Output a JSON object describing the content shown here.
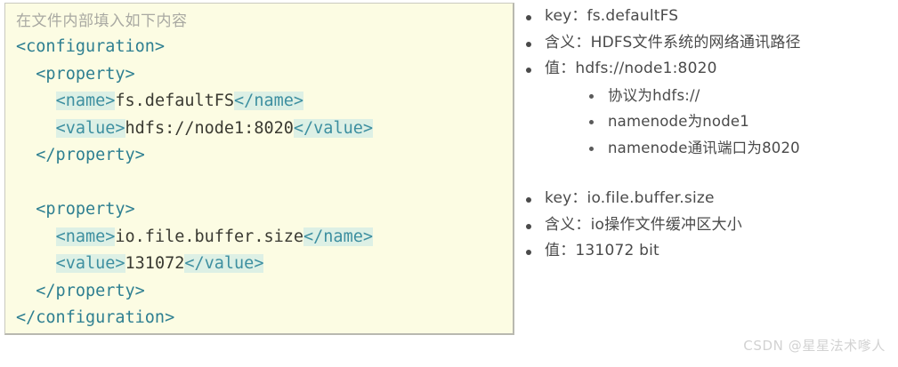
{
  "code_panel": {
    "caption": "在文件内部填入如下内容",
    "background_color": "#fcfce3",
    "border_color": "#c9c9bf",
    "tag_color": "#2e7f91",
    "text_color": "#3a3a32",
    "lines": [
      {
        "indent": 0,
        "segments": [
          {
            "kind": "tag",
            "text": "<configuration>"
          }
        ]
      },
      {
        "indent": 1,
        "segments": [
          {
            "kind": "tag",
            "text": "<property>"
          }
        ]
      },
      {
        "indent": 2,
        "segments": [
          {
            "kind": "tag-hl",
            "text": "<name>"
          },
          {
            "kind": "txt",
            "text": "fs.defaultFS"
          },
          {
            "kind": "tag-hl",
            "text": "</name>"
          }
        ]
      },
      {
        "indent": 2,
        "segments": [
          {
            "kind": "tag-hl",
            "text": "<value>"
          },
          {
            "kind": "txt",
            "text": "hdfs://node1:8020"
          },
          {
            "kind": "tag-hl",
            "text": "</value>"
          }
        ]
      },
      {
        "indent": 1,
        "segments": [
          {
            "kind": "tag",
            "text": "</property>"
          }
        ]
      },
      {
        "indent": 0,
        "segments": [
          {
            "kind": "txt",
            "text": ""
          }
        ]
      },
      {
        "indent": 1,
        "segments": [
          {
            "kind": "tag",
            "text": "<property>"
          }
        ]
      },
      {
        "indent": 2,
        "segments": [
          {
            "kind": "tag-hl",
            "text": "<name>"
          },
          {
            "kind": "txt",
            "text": "io.file.buffer.size"
          },
          {
            "kind": "tag-hl",
            "text": "</name>"
          }
        ]
      },
      {
        "indent": 2,
        "segments": [
          {
            "kind": "tag-hl",
            "text": "<value>"
          },
          {
            "kind": "txt",
            "text": "131072"
          },
          {
            "kind": "tag-hl",
            "text": "</value>"
          }
        ]
      },
      {
        "indent": 1,
        "segments": [
          {
            "kind": "tag",
            "text": "</property>"
          }
        ]
      },
      {
        "indent": 0,
        "segments": [
          {
            "kind": "tag",
            "text": "</configuration>"
          }
        ]
      }
    ]
  },
  "notes": {
    "groups": [
      {
        "items": [
          {
            "level": 1,
            "text": "key：fs.defaultFS"
          },
          {
            "level": 1,
            "text": "含义：HDFS文件系统的网络通讯路径"
          },
          {
            "level": 1,
            "text": "值：hdfs://node1:8020"
          },
          {
            "level": 2,
            "text": "协议为hdfs://"
          },
          {
            "level": 2,
            "text": "namenode为node1"
          },
          {
            "level": 2,
            "text": "namenode通讯端口为8020"
          }
        ]
      },
      {
        "items": [
          {
            "level": 1,
            "text": "key：io.file.buffer.size"
          },
          {
            "level": 1,
            "text": "含义：io操作文件缓冲区大小"
          },
          {
            "level": 1,
            "text": "值：131072 bit"
          }
        ]
      }
    ]
  },
  "watermark": {
    "text": "CSDN @星星法术嗲人",
    "color": "#d2d2d2"
  }
}
